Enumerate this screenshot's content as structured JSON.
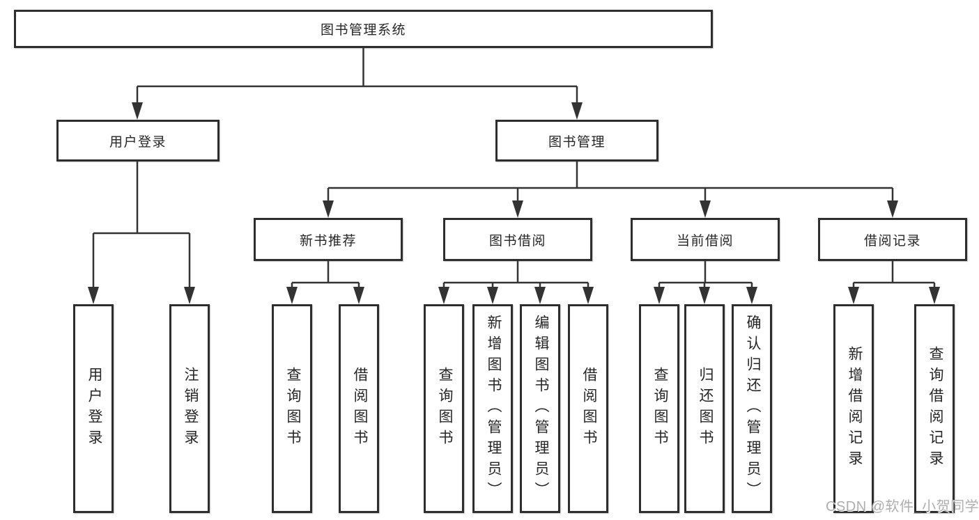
{
  "diagram": {
    "root": {
      "label": "图书管理系统"
    },
    "level2": [
      {
        "id": "user-login",
        "label": "用户登录"
      },
      {
        "id": "book-management",
        "label": "图书管理"
      }
    ],
    "level3": [
      {
        "id": "new-book-recommend",
        "label": "新书推荐"
      },
      {
        "id": "book-borrow",
        "label": "图书借阅"
      },
      {
        "id": "current-borrow",
        "label": "当前借阅"
      },
      {
        "id": "borrow-records",
        "label": "借阅记录"
      }
    ],
    "leafGroups": [
      {
        "parent": "用户登录",
        "items": [
          {
            "label": "用户登录"
          },
          {
            "label": "注销登录"
          }
        ]
      },
      {
        "parent": "新书推荐",
        "items": [
          {
            "label": "查询图书"
          },
          {
            "label": "借阅图书"
          }
        ]
      },
      {
        "parent": "图书借阅",
        "items": [
          {
            "label": "查询图书"
          },
          {
            "label": "新增图书（管理员）"
          },
          {
            "label": "编辑图书（管理员）"
          },
          {
            "label": "借阅图书"
          }
        ]
      },
      {
        "parent": "当前借阅",
        "items": [
          {
            "label": "查询图书"
          },
          {
            "label": "归还图书"
          },
          {
            "label": "确认归还（管理员）"
          }
        ]
      },
      {
        "parent": "借阅记录",
        "items": [
          {
            "label": "新增借阅记录"
          },
          {
            "label": "查询借阅记录"
          }
        ]
      }
    ]
  },
  "watermark": {
    "text": "CSDN @软件_小贺同学"
  },
  "colors": {
    "line": "#333333",
    "box_border": "#2e2e2e",
    "text": "#262626",
    "watermark": "#aeaeae",
    "background": "#ffffff"
  }
}
